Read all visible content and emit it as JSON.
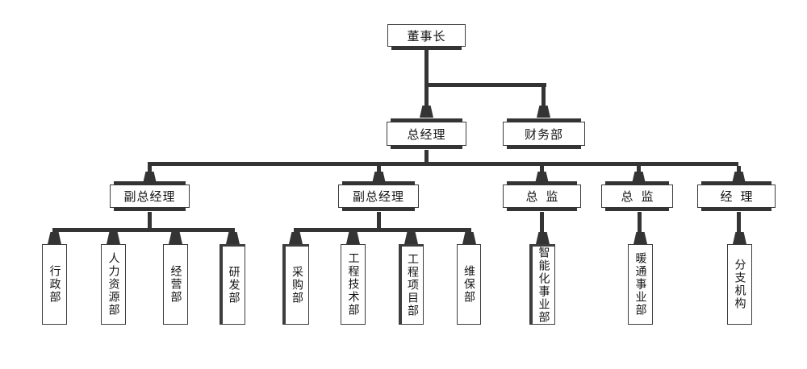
{
  "diagram": {
    "type": "org-chart",
    "background_color": "#ffffff",
    "line_color": "#343434",
    "box_border_color": "#3d3d3d",
    "box_fill_color": "#ffffff",
    "text_color": "#141414",
    "chairman": {
      "label": "董事长"
    },
    "level2": [
      {
        "id": "general-manager",
        "label": "总经理"
      },
      {
        "id": "finance-dept",
        "label": "财务部"
      }
    ],
    "level3": [
      {
        "id": "deputy-gm-1",
        "label": "副总经理"
      },
      {
        "id": "deputy-gm-2",
        "label": "副总经理"
      },
      {
        "id": "director-1",
        "label": "总监"
      },
      {
        "id": "director-2",
        "label": "总监"
      },
      {
        "id": "manager",
        "label": "经理"
      }
    ],
    "departments": [
      {
        "id": "admin-dept",
        "label": "行政部"
      },
      {
        "id": "hr-dept",
        "label": "人力资源部"
      },
      {
        "id": "operations-dept",
        "label": "经营部"
      },
      {
        "id": "rd-dept",
        "label": "研发部"
      },
      {
        "id": "purchasing-dept",
        "label": "采购部"
      },
      {
        "id": "engineering-tech-dept",
        "label": "工程技术部"
      },
      {
        "id": "engineering-project-dept",
        "label": "工程项目部"
      },
      {
        "id": "maintenance-dept",
        "label": "维保部"
      },
      {
        "id": "intelligent-business-dept",
        "label": "智能化事业部"
      },
      {
        "id": "hvac-business-dept",
        "label": "暖通事业部"
      },
      {
        "id": "branch-offices",
        "label": "分支机构"
      }
    ],
    "edges": [
      {
        "from": "董事长",
        "to": "总经理"
      },
      {
        "from": "董事长",
        "to": "财务部"
      },
      {
        "from": "总经理",
        "to": "副总经理-1"
      },
      {
        "from": "总经理",
        "to": "副总经理-2"
      },
      {
        "from": "总经理",
        "to": "总监-1"
      },
      {
        "from": "总经理",
        "to": "总监-2"
      },
      {
        "from": "总经理",
        "to": "经理"
      },
      {
        "from": "副总经理-1",
        "to": "行政部"
      },
      {
        "from": "副总经理-1",
        "to": "人力资源部"
      },
      {
        "from": "副总经理-1",
        "to": "经营部"
      },
      {
        "from": "副总经理-1",
        "to": "研发部"
      },
      {
        "from": "副总经理-2",
        "to": "采购部"
      },
      {
        "from": "副总经理-2",
        "to": "工程技术部"
      },
      {
        "from": "副总经理-2",
        "to": "工程项目部"
      },
      {
        "from": "副总经理-2",
        "to": "维保部"
      },
      {
        "from": "总监-1",
        "to": "智能化事业部"
      },
      {
        "from": "总监-2",
        "to": "暖通事业部"
      },
      {
        "from": "经理",
        "to": "分支机构"
      }
    ]
  }
}
